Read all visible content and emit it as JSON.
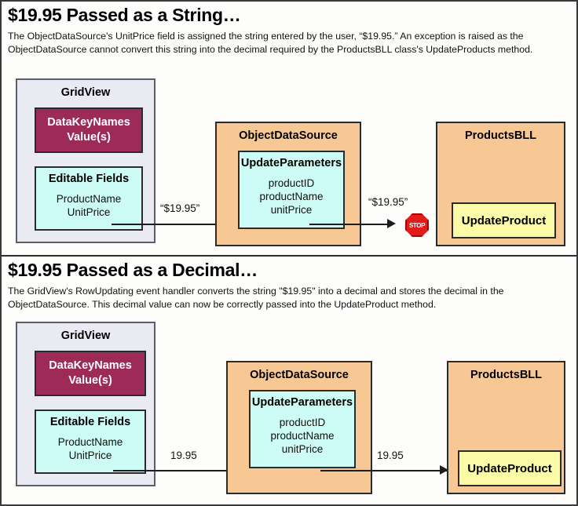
{
  "sections": [
    {
      "title": "$19.95 Passed as a String…",
      "description": "The ObjectDataSource's UnitPrice field is assigned the string entered by the user, “$19.95.” An exception is raised as the ObjectDataSource cannot convert this string into the decimal required by the ProductsBLL class's UpdateProducts method.",
      "gridview": {
        "title": "GridView",
        "datakeynames": "DataKeyNames\nValue(s)",
        "datakeynames_line1": "DataKeyNames",
        "datakeynames_line2": "Value(s)",
        "editable_fields_title": "Editable Fields",
        "editable_fields_items": "ProductName\nUnitPrice",
        "editable_field_1": "ProductName",
        "editable_field_2": "UnitPrice"
      },
      "objectdatasource": {
        "title": "ObjectDataSource",
        "updateparameters_title": "UpdateParameters",
        "param_1": "productID",
        "param_2": "productName",
        "param_3": "unitPrice"
      },
      "productsbll": {
        "title": "ProductsBLL",
        "method": "UpdateProduct"
      },
      "arrow_label_1": "“$19.95”",
      "arrow_label_2": "“$19.95”",
      "stop_sign_text": "STOP",
      "has_stop_sign": true
    },
    {
      "title": "$19.95 Passed as a Decimal…",
      "description": "The GridView's RowUpdating event handler converts the string \"$19.95\" into a decimal and stores the decimal in the ObjectDataSource. This decimal value can now be correctly passed into the UpdateProduct method.",
      "gridview": {
        "title": "GridView",
        "datakeynames_line1": "DataKeyNames",
        "datakeynames_line2": "Value(s)",
        "editable_fields_title": "Editable Fields",
        "editable_field_1": "ProductName",
        "editable_field_2": "UnitPrice"
      },
      "objectdatasource": {
        "title": "ObjectDataSource",
        "updateparameters_title": "UpdateParameters",
        "param_1": "productID",
        "param_2": "productName",
        "param_3": "unitPrice"
      },
      "productsbll": {
        "title": "ProductsBLL",
        "method": "UpdateProduct"
      },
      "arrow_label_1": "19.95",
      "arrow_label_2": "19.95",
      "has_stop_sign": false
    }
  ],
  "colors": {
    "gridview_bg": "#e9eaf2",
    "datakeynames_bg": "#9d2a57",
    "cyan_bg": "#cdfbf5",
    "orange_bg": "#f7c894",
    "yellow_bg": "#fbfaa6",
    "stop_red": "#e21b1b",
    "border": "#2b2b2b"
  }
}
